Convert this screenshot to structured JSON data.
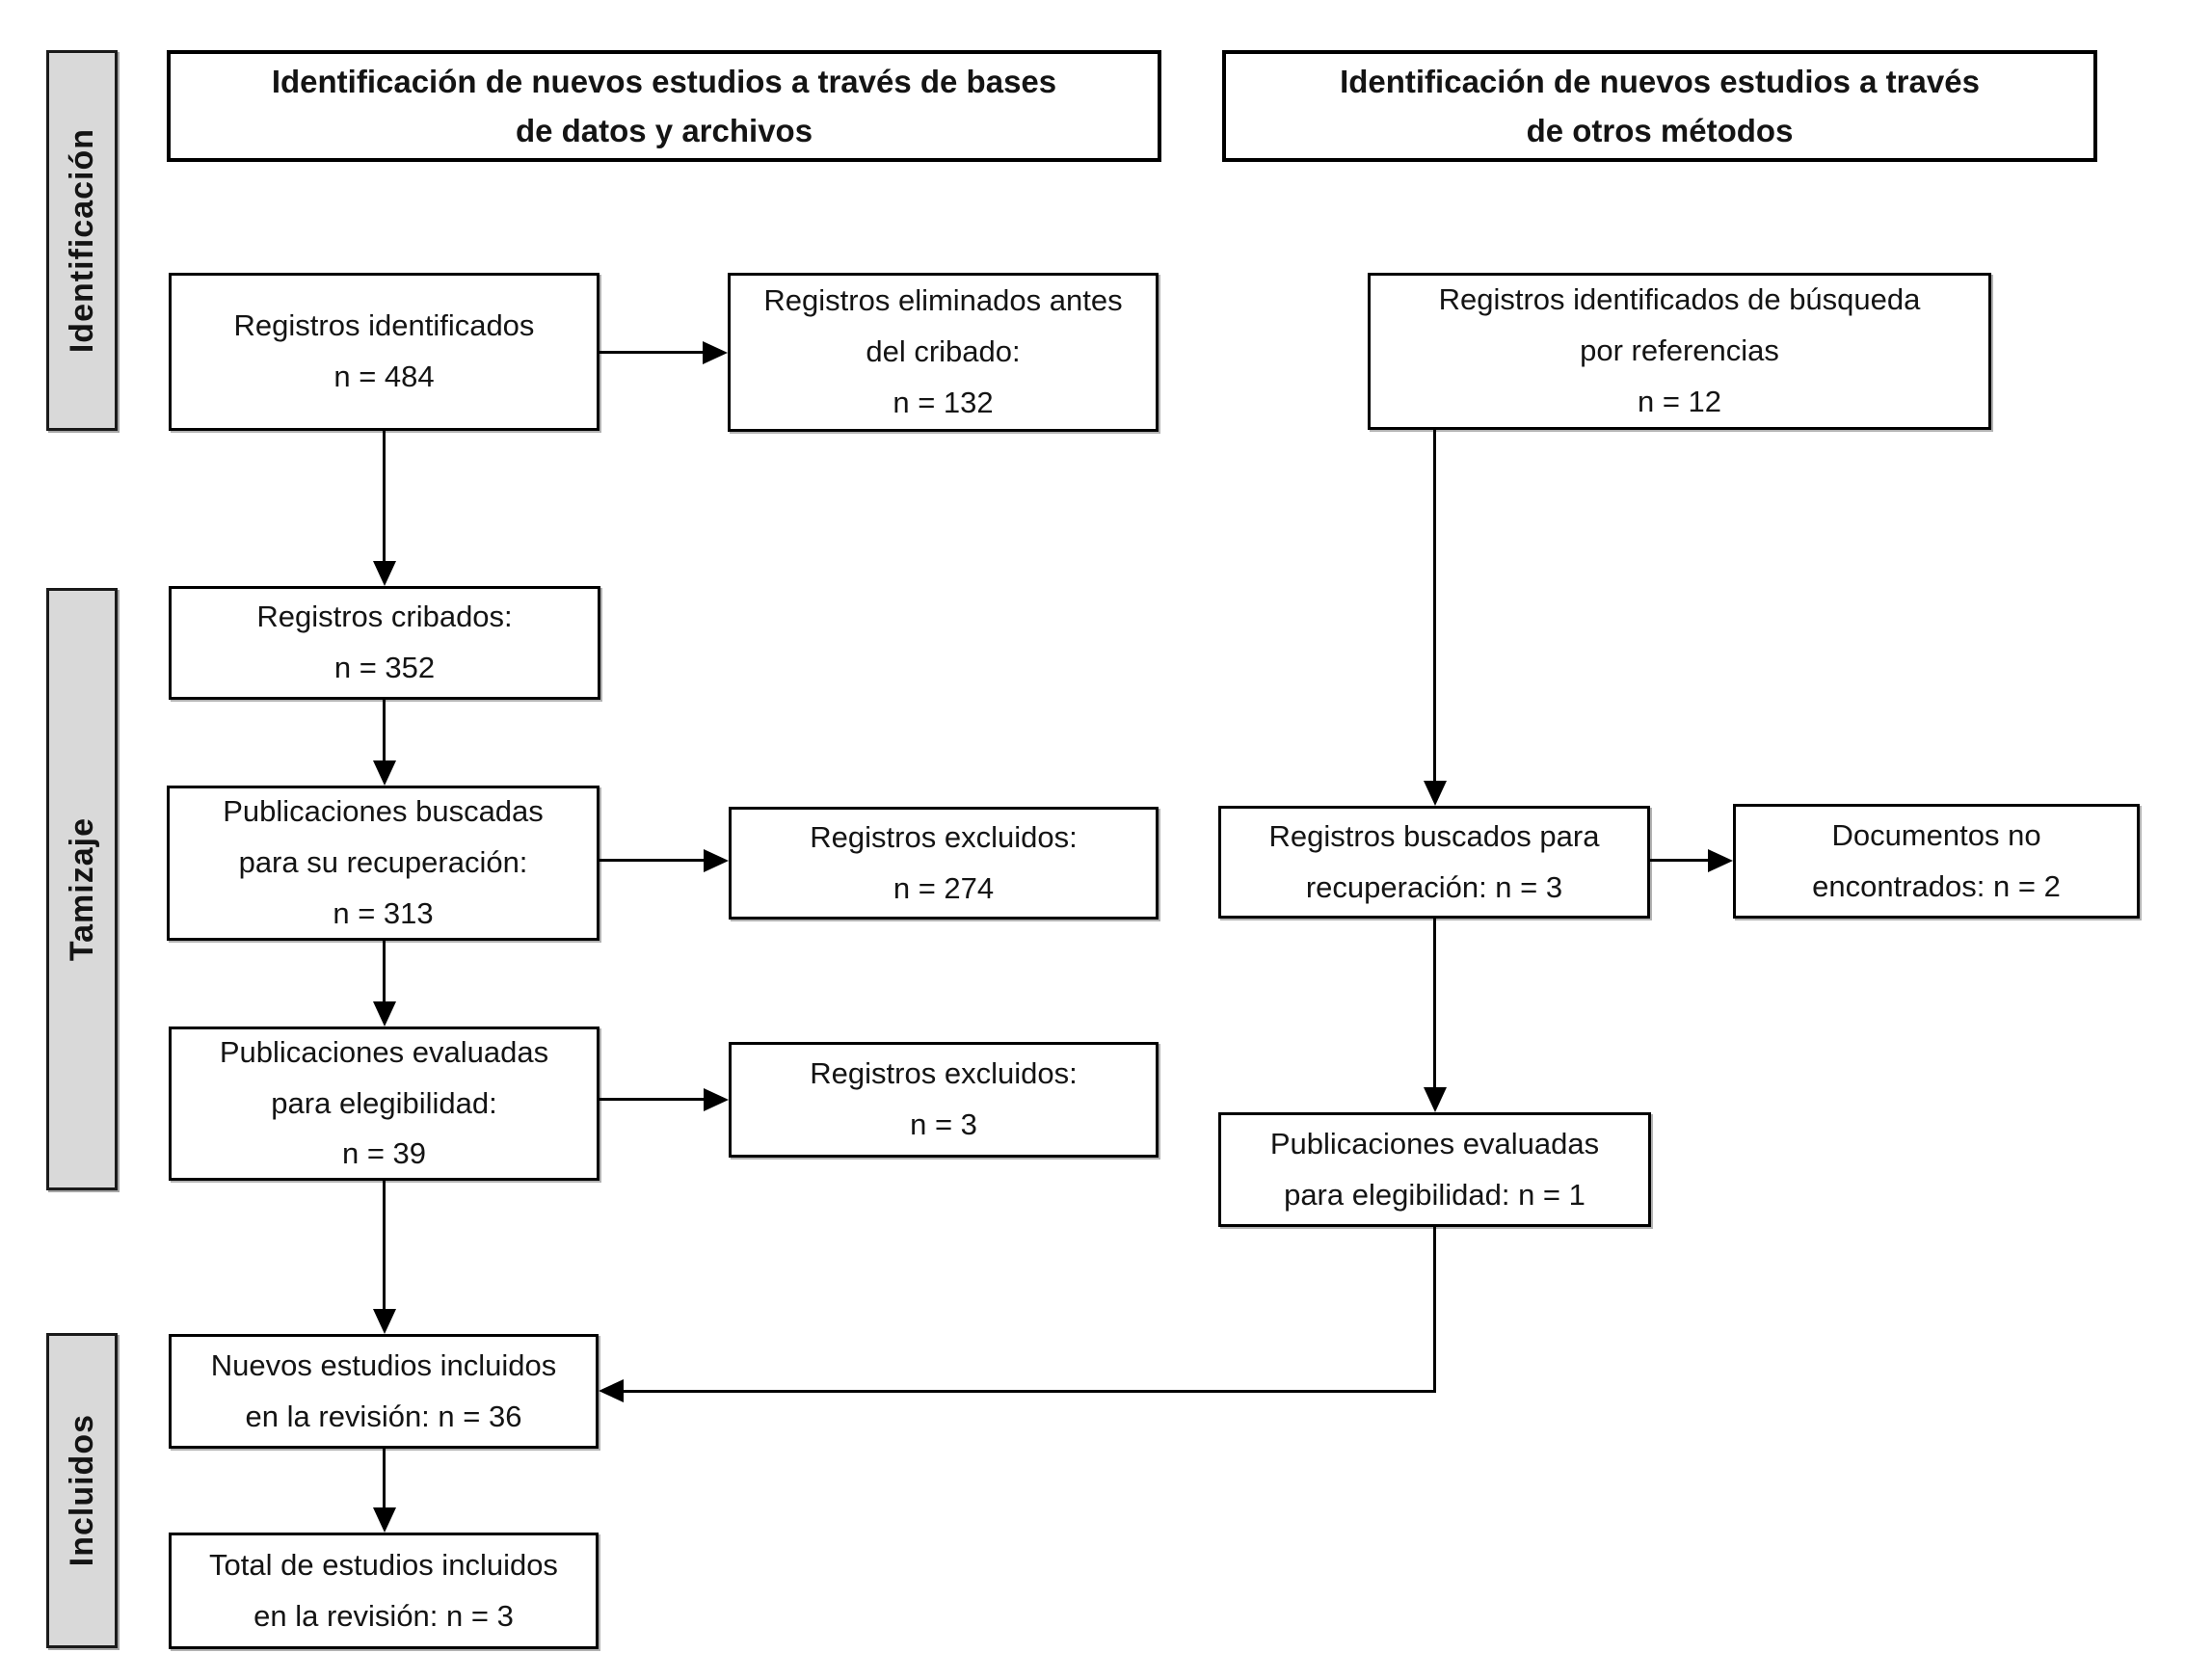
{
  "colors": {
    "background": "#ffffff",
    "box_fill": "#ffffff",
    "box_border": "#000000",
    "stage_fill": "#d9d9d9",
    "text": "#141414",
    "arrow": "#000000"
  },
  "stages": [
    {
      "label": "Identificación"
    },
    {
      "label": "Tamizaje"
    },
    {
      "label": "Incluidos"
    }
  ],
  "headers": {
    "databases": {
      "lines": [
        "Identificación de nuevos estudios a través de bases",
        "de datos y archivos"
      ]
    },
    "other_methods": {
      "lines": [
        "Identificación de nuevos estudios a través",
        "de otros métodos"
      ]
    }
  },
  "boxes": {
    "records_identified": {
      "lines": [
        "Registros identificados",
        "n = 484"
      ]
    },
    "records_removed_before_screening": {
      "lines": [
        "Registros eliminados antes",
        "del cribado:",
        "n = 132"
      ]
    },
    "records_screened": {
      "lines": [
        "Registros cribados:",
        "n = 352"
      ]
    },
    "publications_sought": {
      "lines": [
        "Publicaciones buscadas",
        "para su recuperación:",
        "n = 313"
      ]
    },
    "records_excluded_screening": {
      "lines": [
        "Registros excluidos:",
        "n = 274"
      ]
    },
    "publications_assessed": {
      "lines": [
        "Publicaciones evaluadas",
        "para elegibilidad:",
        "n = 39"
      ]
    },
    "records_excluded_eligibility": {
      "lines": [
        "Registros excluidos:",
        "n = 3"
      ]
    },
    "new_studies_included": {
      "lines": [
        "Nuevos estudios incluidos",
        "en la revisión: n = 36"
      ]
    },
    "total_studies_included": {
      "lines": [
        "Total de estudios incluidos",
        "en la revisión: n = 3"
      ]
    },
    "records_identified_references": {
      "lines": [
        "Registros identificados de búsqueda",
        "por referencias",
        "n = 12"
      ]
    },
    "records_sought_references": {
      "lines": [
        "Registros buscados para",
        "recuperación: n = 3"
      ]
    },
    "documents_not_found": {
      "lines": [
        "Documentos no",
        "encontrados: n = 2"
      ]
    },
    "publications_assessed_references": {
      "lines": [
        "Publicaciones evaluadas",
        "para elegibilidad: n = 1"
      ]
    }
  }
}
